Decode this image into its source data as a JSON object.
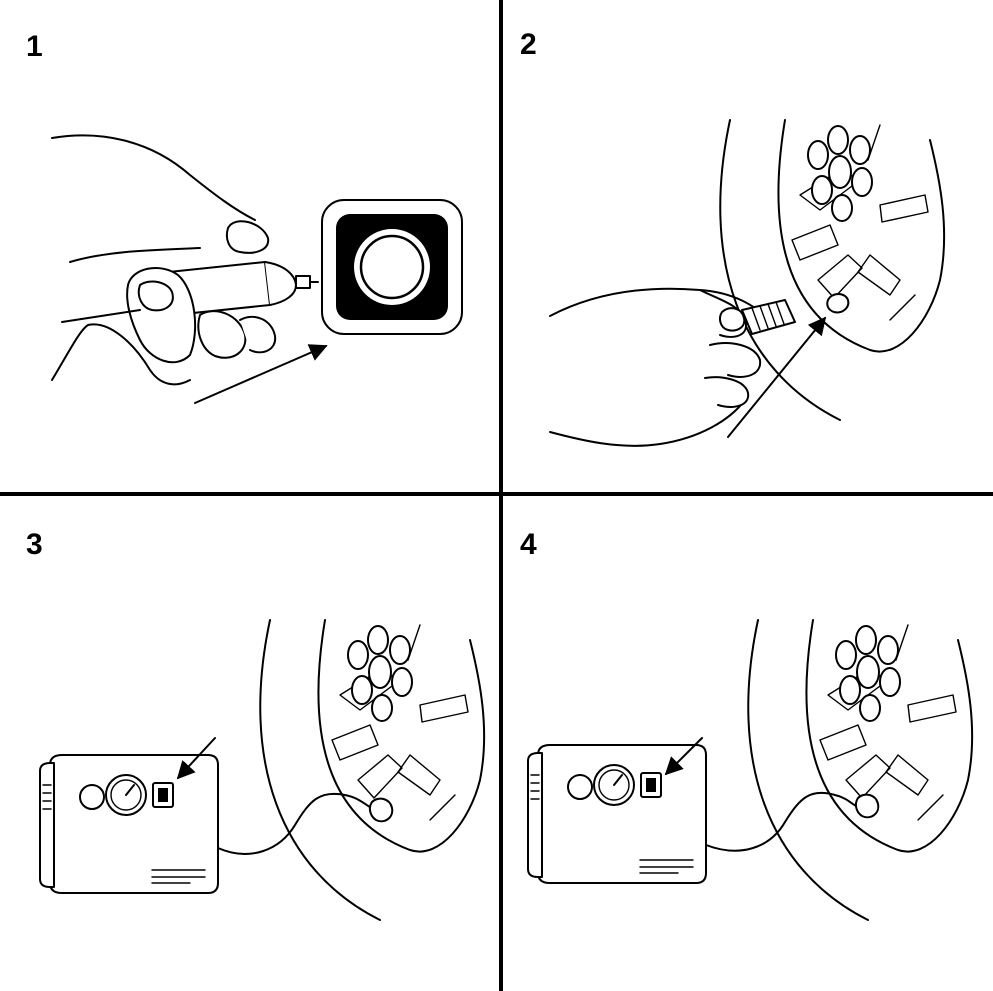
{
  "steps": [
    {
      "number": "1",
      "illustration": "hand-plugging-adapter-into-socket"
    },
    {
      "number": "2",
      "illustration": "hand-removing-valve-cap"
    },
    {
      "number": "3",
      "illustration": "compressor-connected-to-tire"
    },
    {
      "number": "4",
      "illustration": "compressor-connected-to-tire"
    }
  ],
  "colors": {
    "ink": "#000000",
    "paper": "#ffffff"
  }
}
